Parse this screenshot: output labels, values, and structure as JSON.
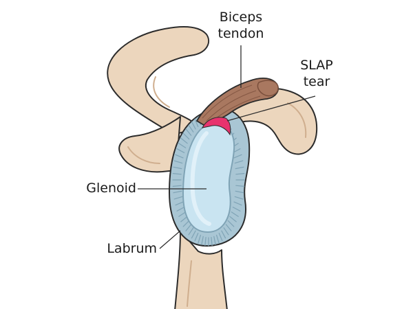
{
  "labels": {
    "biceps_line1": "Biceps",
    "biceps_line2": "tendon",
    "slap_line1": "SLAP",
    "slap_line2": "tear",
    "glenoid": "Glenoid",
    "labrum": "Labrum"
  },
  "colors": {
    "bone": "#ecd6bd",
    "bone_shadow": "#cfae8e",
    "outline": "#2b2b2b",
    "labrum": "#a9c6d4",
    "labrum_dark": "#7fa3b5",
    "glenoid": "#c9e4f1",
    "glenoid_highlight": "#e3f2fa",
    "tendon": "#a97860",
    "tendon_dark": "#7a4f3c",
    "tear": "#e8336e"
  }
}
